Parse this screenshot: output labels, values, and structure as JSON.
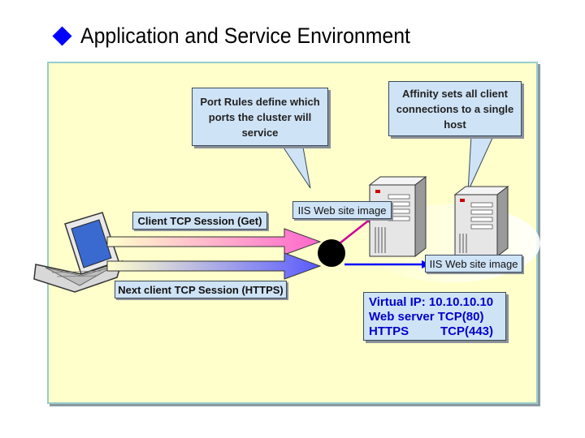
{
  "title": "Application and Service Environment",
  "callouts": {
    "port_rules": "Port Rules define which ports the cluster will service",
    "affinity": "Affinity sets all client connections to a single host"
  },
  "labels": {
    "client_session": "Client TCP Session (Get)",
    "next_session": "Next client TCP Session (HTTPS)",
    "iis_image_1": "IIS Web site image",
    "iis_image_2": "IIS Web site image"
  },
  "virtual_ip": {
    "line1": "Virtual IP: 10.10.10.10",
    "line2": "Web server TCP(80)",
    "line3_left": "HTTPS",
    "line3_right": "TCP(443)"
  },
  "colors": {
    "panel": "#ffffcc",
    "callout": "#cfe3f6",
    "pink_arrow": "#ff66cc",
    "blue_arrow": "#6666ff",
    "vip_text": "#0000cc"
  },
  "icons": [
    "diamond-bullet-icon",
    "laptop-icon",
    "server-icon",
    "router-node-icon"
  ]
}
